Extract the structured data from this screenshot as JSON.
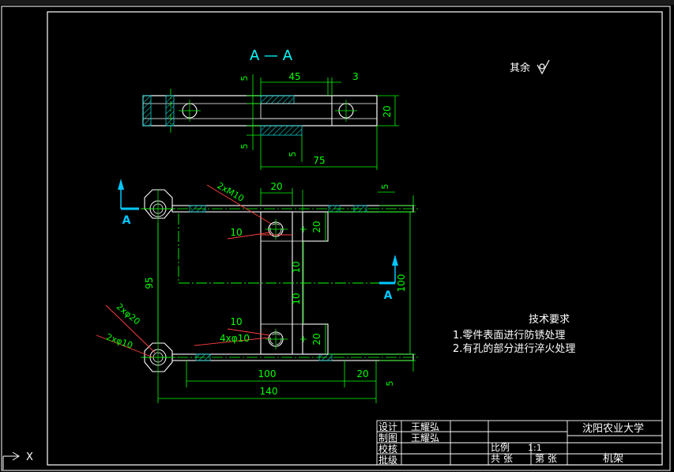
{
  "colors": {
    "background": "#000000",
    "line": "#ffffff",
    "dimension": "#00ff00",
    "hatch": "#00cccc",
    "arrow_cyan": "#00c8ff",
    "leader": "#ff4040",
    "title_text": "#00ffff",
    "frame": "#ffffff"
  },
  "section_view": {
    "title": "A — A",
    "dims": {
      "d45": "45",
      "d3": "3",
      "d5_top": "5",
      "d5_bottom": "5",
      "d20": "20",
      "d5_mid": "5",
      "d75": "75"
    }
  },
  "roughness_note": "其余",
  "main_view": {
    "section_mark_left": "A",
    "section_mark_right": "A",
    "callouts": {
      "tap": "2xM10",
      "hole_big": "2xφ20",
      "hole_small": "2xφ10",
      "holes4": "4xφ10"
    },
    "dims": {
      "d20_top": "20",
      "d5_top_right": "5",
      "d10_upper": "10",
      "d20_upper_v": "20",
      "d10_v_a": "10",
      "d10_v_b": "10",
      "d95": "95",
      "d100_v": "100",
      "d10_lower": "10",
      "d20_lower_v": "20",
      "d100_h": "100",
      "d20_h": "20",
      "d5_bottom_right": "5",
      "d140": "140"
    }
  },
  "tech_requirements": {
    "heading": "技术要求",
    "items": [
      "1.零件表面进行防锈处理",
      "2.有孔的部分进行淬火处理"
    ]
  },
  "title_block": {
    "labels": {
      "design": "设计",
      "draw": "制图",
      "check": "校核",
      "approve": "批级"
    },
    "designer": "王耀弘",
    "drafter": "王耀弘",
    "school": "沈阳农业大学",
    "scale_label": "比例",
    "scale_value": "1:1",
    "sheets_total_label": "共 张",
    "sheet_no_label": "第 张",
    "part_name": "机架"
  },
  "ucs": {
    "axis_label": "X"
  }
}
